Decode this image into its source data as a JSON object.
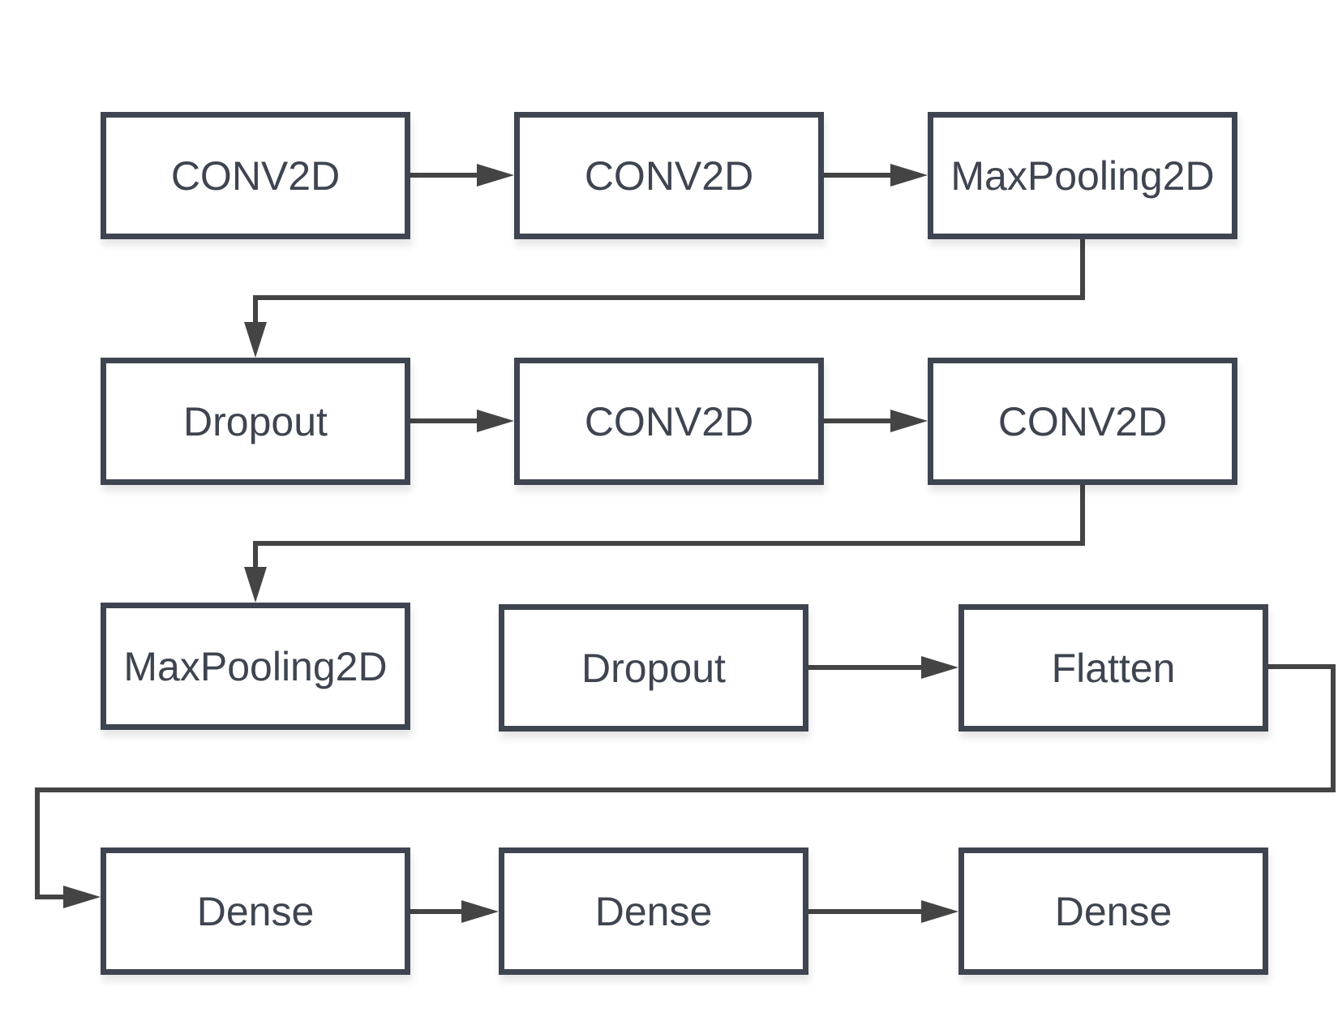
{
  "diagram": {
    "nodes": [
      {
        "id": "n1",
        "label": "CONV2D"
      },
      {
        "id": "n2",
        "label": "CONV2D"
      },
      {
        "id": "n3",
        "label": "MaxPooling2D"
      },
      {
        "id": "n4",
        "label": "Dropout"
      },
      {
        "id": "n5",
        "label": "CONV2D"
      },
      {
        "id": "n6",
        "label": "CONV2D"
      },
      {
        "id": "n7",
        "label": "MaxPooling2D"
      },
      {
        "id": "n8",
        "label": "Dropout"
      },
      {
        "id": "n9",
        "label": "Flatten"
      },
      {
        "id": "n10",
        "label": "Dense"
      },
      {
        "id": "n11",
        "label": "Dense"
      },
      {
        "id": "n12",
        "label": "Dense"
      }
    ],
    "edges": [
      {
        "from": "n1",
        "to": "n2"
      },
      {
        "from": "n2",
        "to": "n3"
      },
      {
        "from": "n3",
        "to": "n4"
      },
      {
        "from": "n4",
        "to": "n5"
      },
      {
        "from": "n5",
        "to": "n6"
      },
      {
        "from": "n6",
        "to": "n7"
      },
      {
        "from": "n8",
        "to": "n9"
      },
      {
        "from": "n9",
        "to": "n10"
      },
      {
        "from": "n10",
        "to": "n11"
      },
      {
        "from": "n11",
        "to": "n12"
      }
    ],
    "colors": {
      "box_border": "#3e4550",
      "text": "#3e4550",
      "connector": "#444444"
    }
  }
}
